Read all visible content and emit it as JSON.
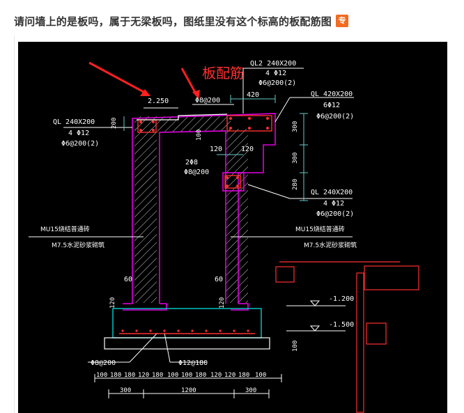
{
  "post": {
    "title": "请问墙上的是板吗，属于无梁板吗，图纸里没有这个标高的板配筋图",
    "badge": "专"
  },
  "drawing": {
    "annotation": "板配筋",
    "ql2": [
      "QL2 240X200",
      "4 Φ12",
      "Φ6@200(2)"
    ],
    "ql_left": [
      "QL 240X200",
      "4 Φ12",
      "Φ6@200(2)"
    ],
    "ql_right_top": [
      "QL 420X200",
      "6Φ12",
      "Φ6@200(2)"
    ],
    "ql_right_mid": [
      "QL 240X200",
      "4 Φ12",
      "Φ6@200(2)"
    ],
    "elev_top": "2.250",
    "slab_bar": "Φ8@200",
    "dim_420": "420",
    "dim_200_left": "200",
    "dim_100": "100",
    "dim_120a": "120",
    "dim_120b": "120",
    "bar_2phi8": "2Φ8",
    "bar_phi8_200": "Φ8@200",
    "dim_right_300a": "300",
    "dim_right_300b": "300",
    "dim_right_280": "280",
    "wall_left": [
      "MU15烧结普通砖",
      "M7.5水泥砂浆砌筑"
    ],
    "wall_right": [
      "MU15烧结普通砖",
      "M7.5水泥砂浆砌筑"
    ],
    "dim_60a": "60",
    "dim_60b": "60",
    "dim_120_left": "120",
    "dim_120_right": "120",
    "footing_bar1": "Φ8@200",
    "footing_bar2": "Φ12@180",
    "dims_row1": [
      "100",
      "180",
      "180",
      "120",
      "180",
      "100",
      "100",
      "180",
      "120",
      "120",
      "180",
      "100"
    ],
    "dims_row2": [
      "300",
      "1200",
      "300"
    ],
    "elev_a": "-1.200",
    "elev_b": "-1.500",
    "dim_100_right": "100"
  }
}
